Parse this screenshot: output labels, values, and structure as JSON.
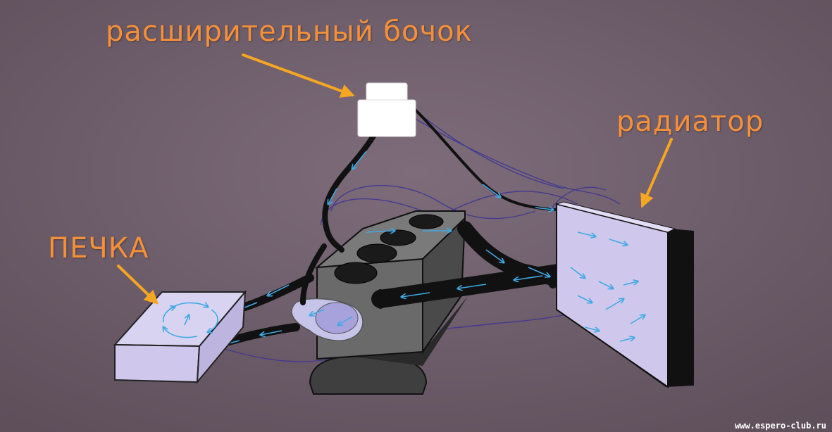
{
  "labels": {
    "expansion_tank": "расширительный бочок",
    "radiator": "радиатор",
    "heater": "ПЕЧКА"
  },
  "watermark": "www.espero-club.ru",
  "colors": {
    "background": "#6d5c69",
    "label_text": "#f5903a",
    "pointer_arrow": "#f5a623",
    "flow_arrows": "#3fa9e6",
    "hoses": "#111111",
    "engine_block": "#5c5c5c",
    "radiator_core": "#cfc8ec",
    "heater_core": "#cfc8ec",
    "tank": "#ffffff"
  }
}
